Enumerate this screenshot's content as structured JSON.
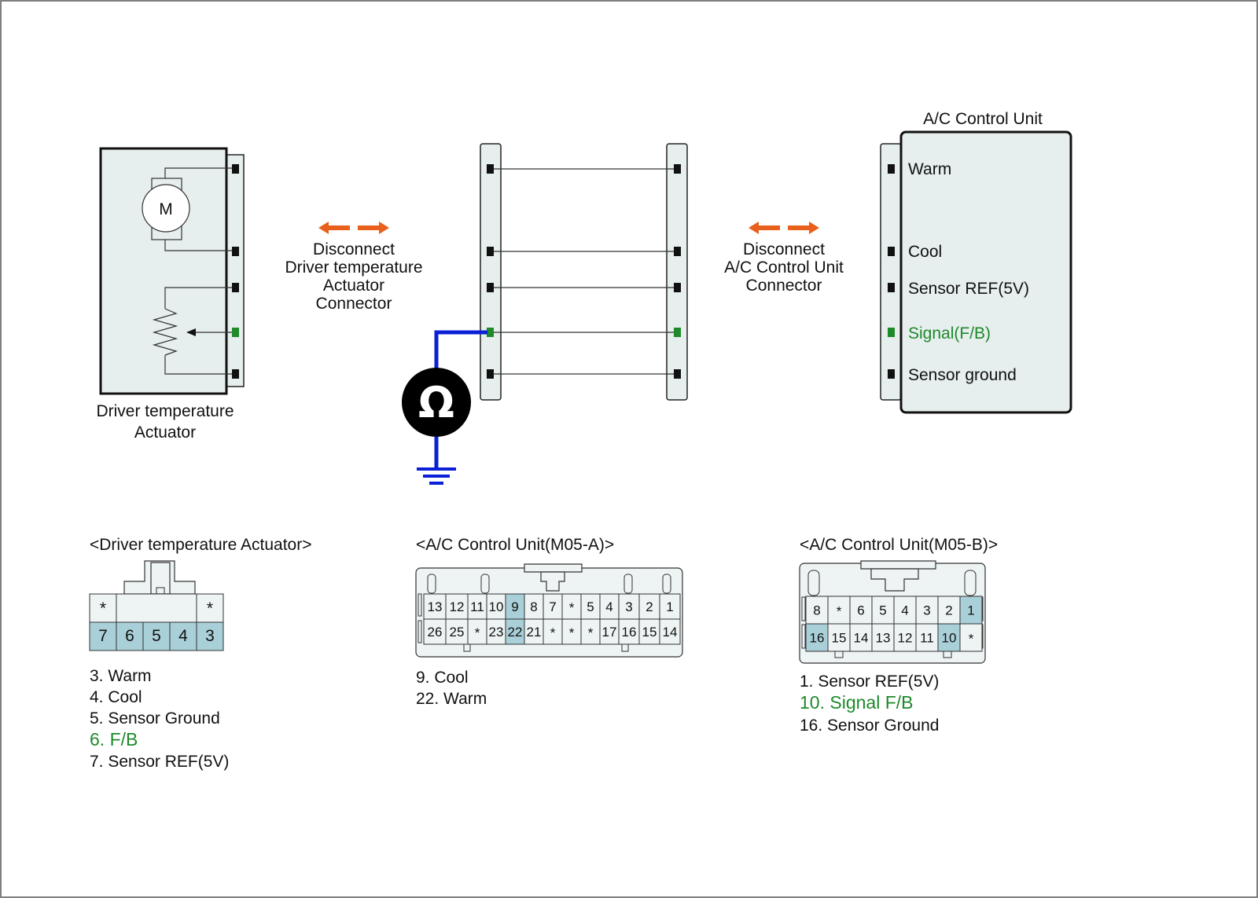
{
  "actuator": {
    "motor_symbol": "M",
    "caption_line1": "Driver temperature",
    "caption_line2": "Actuator"
  },
  "disconnect_left": {
    "line1": "Disconnect",
    "line2": "Driver temperature",
    "line3": "Actuator",
    "line4": "Connector"
  },
  "disconnect_right": {
    "line1": "Disconnect",
    "line2": "A/C Control Unit",
    "line3": "Connector"
  },
  "meter": {
    "symbol": "Ω"
  },
  "control_unit": {
    "title": "A/C Control Unit",
    "terminals": [
      {
        "label": "Warm",
        "highlight": false
      },
      {
        "label": "Cool",
        "highlight": false
      },
      {
        "label": "Sensor REF(5V)",
        "highlight": false
      },
      {
        "label": "Signal(F/B)",
        "highlight": true
      },
      {
        "label": "Sensor ground",
        "highlight": false
      }
    ]
  },
  "connector_actuator": {
    "title": "<Driver temperature Actuator>",
    "top_row": [
      "*",
      "*"
    ],
    "bottom_row": [
      "7",
      "6",
      "5",
      "4",
      "3"
    ],
    "pins": [
      {
        "text": "3. Warm",
        "highlight": false
      },
      {
        "text": "4. Cool",
        "highlight": false
      },
      {
        "text": "5. Sensor Ground",
        "highlight": false
      },
      {
        "text": "6. F/B",
        "highlight": true
      },
      {
        "text": "7. Sensor REF(5V)",
        "highlight": false
      }
    ]
  },
  "connector_m05a": {
    "title": "<A/C Control Unit(M05-A)>",
    "top_row": [
      "13",
      "12",
      "11",
      "10",
      "9",
      "8",
      "7",
      "*",
      "5",
      "4",
      "3",
      "2",
      "1"
    ],
    "bottom_row": [
      "26",
      "25",
      "*",
      "23",
      "22",
      "21",
      "*",
      "*",
      "*",
      "17",
      "16",
      "15",
      "14"
    ],
    "highlighted": [
      "9",
      "22"
    ],
    "pins": [
      {
        "text": "9. Cool",
        "highlight": false
      },
      {
        "text": "22. Warm",
        "highlight": false
      }
    ]
  },
  "connector_m05b": {
    "title": "<A/C Control Unit(M05-B)>",
    "top_row": [
      "8",
      "*",
      "6",
      "5",
      "4",
      "3",
      "2",
      "1"
    ],
    "bottom_row": [
      "16",
      "15",
      "14",
      "13",
      "12",
      "11",
      "10",
      "*"
    ],
    "highlighted": [
      "1",
      "16",
      "10"
    ],
    "pins": [
      {
        "text": "1. Sensor REF(5V)",
        "highlight": false
      },
      {
        "text": "10. Signal F/B",
        "highlight": true
      },
      {
        "text": "16. Sensor Ground",
        "highlight": false
      }
    ]
  },
  "colors": {
    "highlight_text": "#1e8a2a",
    "highlight_pin": "#a9cfd8",
    "meter_lead": "#0a1fd6",
    "arrow": "#e8601c",
    "panel": "#e6eeee"
  }
}
